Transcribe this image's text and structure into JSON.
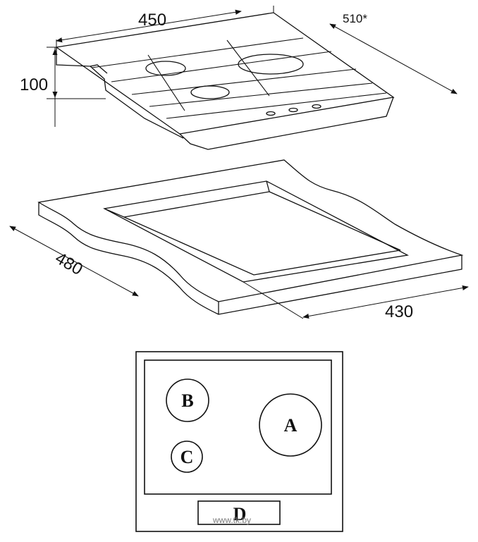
{
  "hob_dimensions": {
    "width": "450",
    "depth": "510*",
    "height": "100"
  },
  "cutout_dimensions": {
    "depth": "480",
    "width": "430"
  },
  "burner_layout": {
    "burners": [
      {
        "id": "A",
        "label": "A"
      },
      {
        "id": "B",
        "label": "B"
      },
      {
        "id": "C",
        "label": "C"
      }
    ],
    "control_panel_label": "D"
  },
  "watermark": "www.tk.by"
}
